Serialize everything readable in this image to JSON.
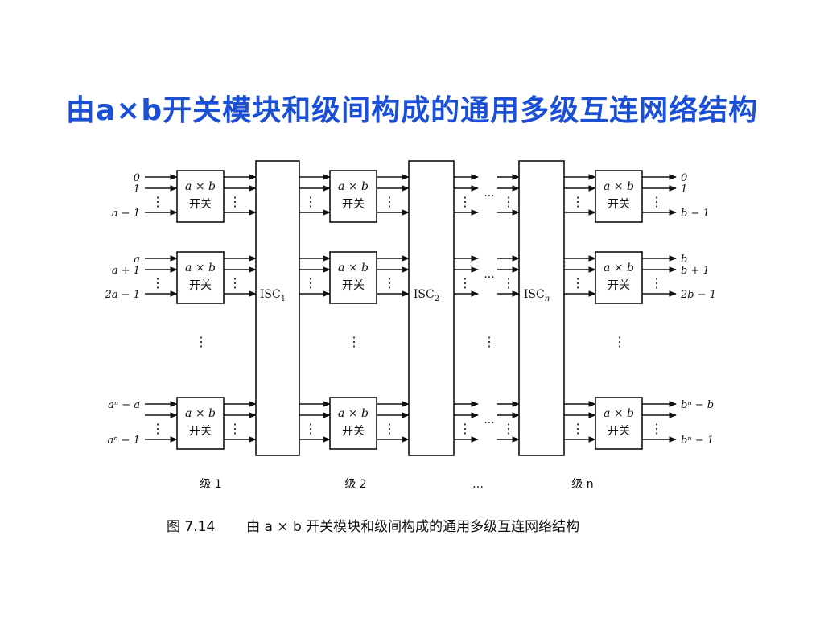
{
  "slide": {
    "title": "由a×b开关模块和级间构成的通用多级互连网络结构"
  },
  "diagram": {
    "input_labels": [
      "0",
      "1",
      "a − 1",
      "a",
      "a + 1",
      "2a − 1",
      "aⁿ − a",
      "aⁿ − 1"
    ],
    "output_labels": [
      "0",
      "1",
      "b − 1",
      "b",
      "b + 1",
      "2b − 1",
      "bⁿ − b",
      "bⁿ − 1"
    ],
    "switch": {
      "dims": "a × b",
      "text": "开关"
    },
    "isc_labels": [
      "ISC1",
      "ISC2",
      "ISCn"
    ],
    "isc_base": "ISC",
    "isc_subs": [
      "1",
      "2",
      "n"
    ],
    "stage_labels": [
      "级 1",
      "级 2",
      "…",
      "级 n"
    ],
    "ellipsis_v": "⋮",
    "ellipsis_h": "···"
  },
  "caption": {
    "figure_no": "图 7.14",
    "text": "由 a × b 开关模块和级间构成的通用多级互连网络结构"
  }
}
